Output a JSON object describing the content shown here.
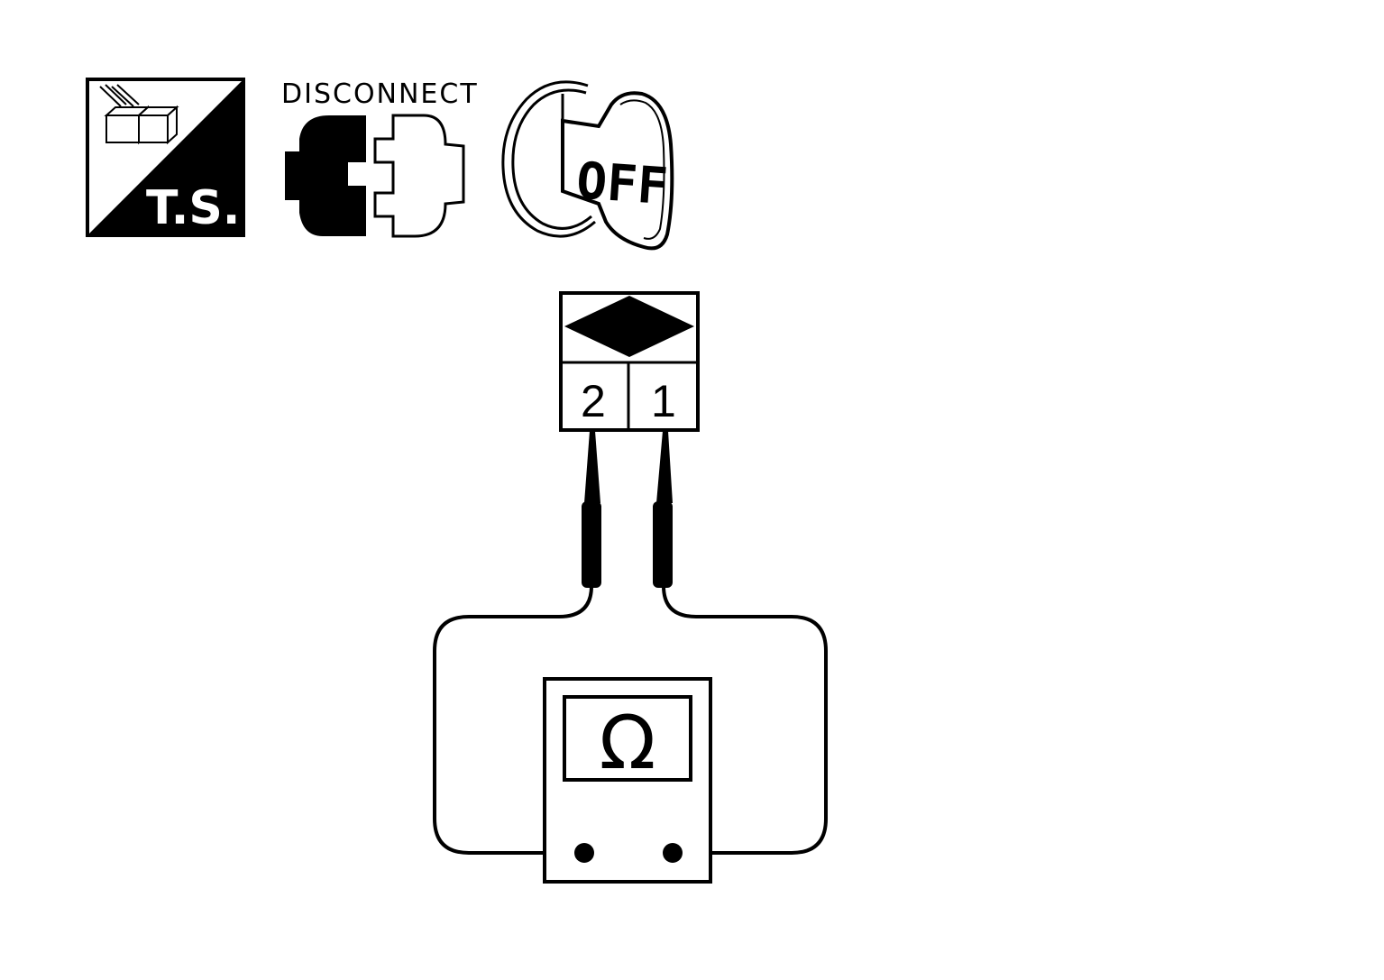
{
  "icons": {
    "test_switch_label": "T.S.",
    "disconnect_label": "DISCONNECT",
    "ignition_label": "OFF"
  },
  "connector": {
    "pins": [
      "2",
      "1"
    ]
  },
  "meter": {
    "unit_symbol": "Ω"
  },
  "colors": {
    "ink": "#000000",
    "paper": "#ffffff"
  }
}
